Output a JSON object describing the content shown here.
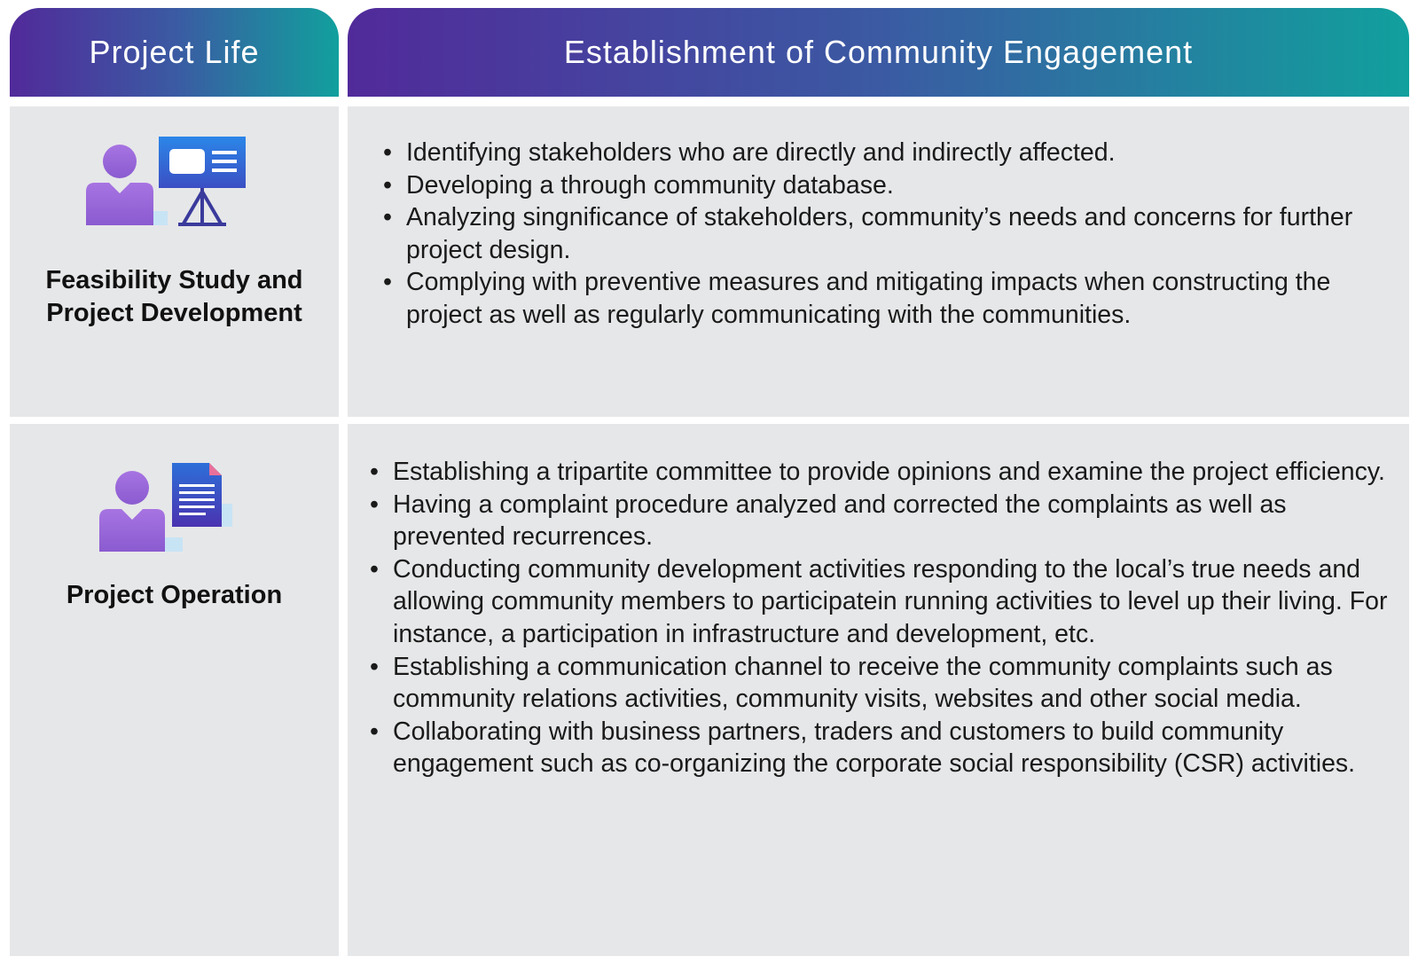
{
  "header": {
    "left_title": "Project Life",
    "right_title": "Establishment of Community Engagement"
  },
  "colors": {
    "header_gradient_start": "#512a9a",
    "header_gradient_end": "#11a09d",
    "cell_background": "#e6e7e9",
    "icon_person": "#9b6ad8",
    "icon_board": "#2a6fd6",
    "icon_document": "#4b3ab8"
  },
  "rows": [
    {
      "icon": "presenter-board-icon",
      "phase_line1": "Feasibility Study and",
      "phase_line2": "Project Development",
      "bullets": [
        "Identifying stakeholders who are directly and indirectly affected.",
        "Developing a through community database.",
        "Analyzing singnificance of stakeholders, community’s needs and concerns for further project design.",
        "Complying with preventive measures and mitigating impacts when constructing the project as well as regularly communicating with the communities."
      ]
    },
    {
      "icon": "person-document-icon",
      "phase_line1": "Project Operation",
      "bullets": [
        "Establishing a tripartite committee to provide opinions and examine the project efficiency.",
        "Having a complaint procedure analyzed and corrected the complaints as well as prevented recurrences.",
        "Conducting community development activities responding to the local’s true needs and allowing community members to participatein running activities to level up their living. For instance, a participation in infrastructure and development, etc.",
        "Establishing a communication channel to receive the community complaints such as community relations activities, community visits, websites and other social media.",
        "Collaborating with business partners, traders and customers to build community engagement such as co-organizing the corporate social responsibility (CSR) activities."
      ]
    }
  ]
}
